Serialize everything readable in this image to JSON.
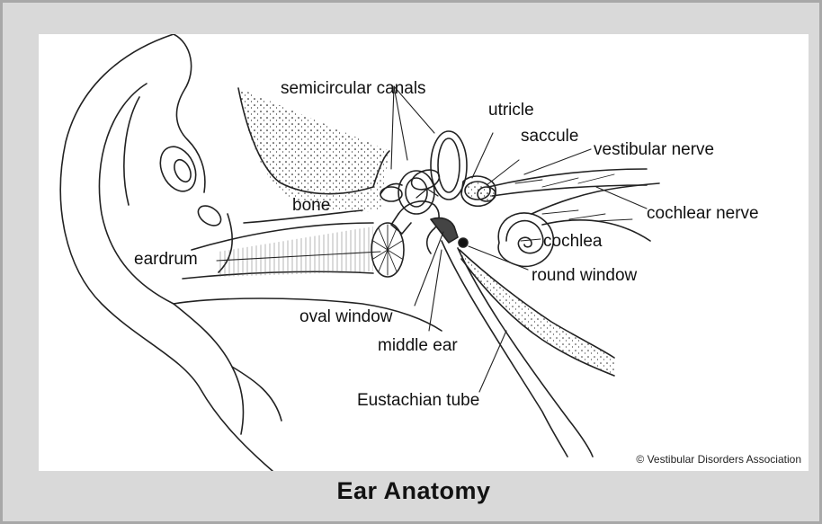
{
  "diagram": {
    "labels": {
      "semicircular_canals": "semicircular canals",
      "utricle": "utricle",
      "saccule": "saccule",
      "vestibular_nerve": "vestibular nerve",
      "bone": "bone",
      "cochlear_nerve": "cochlear nerve",
      "eardrum": "eardrum",
      "cochlea": "cochlea",
      "round_window": "round window",
      "oval_window": "oval window",
      "middle_ear": "middle ear",
      "eustachian_tube": "Eustachian tube"
    },
    "copyright": "© Vestibular Disorders Association",
    "caption": "Ear Anatomy"
  }
}
